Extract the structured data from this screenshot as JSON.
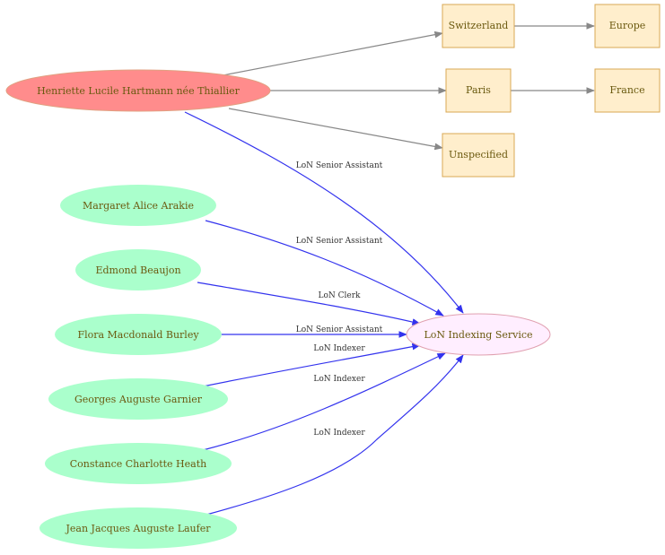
{
  "colors": {
    "focus_fill": "#ff8c8c",
    "focus_stroke": "#e0a080",
    "person_fill": "#aaffcc",
    "org_fill": "#ffeeff",
    "org_stroke": "#e0a0b0",
    "place_fill": "#ffeecc",
    "place_stroke": "#d9a855",
    "edge_blue": "#3333ee",
    "edge_gray": "#888888"
  },
  "nodes": {
    "henriette": "Henriette Lucile Hartmann née Thiallier",
    "switzerland": "Switzerland",
    "paris": "Paris",
    "unspecified": "Unspecified",
    "europe": "Europe",
    "france": "France",
    "margaret": "Margaret Alice Arakie",
    "edmond": "Edmond Beaujon",
    "flora": "Flora Macdonald Burley",
    "georges": "Georges Auguste Garnier",
    "constance": "Constance Charlotte Heath",
    "jean": "Jean Jacques Auguste Laufer",
    "indexing": "LoN Indexing Service"
  },
  "edge_labels": {
    "henriette_indexing": "LoN Senior Assistant",
    "margaret_indexing": "LoN Senior Assistant",
    "edmond_indexing": "LoN Clerk",
    "flora_indexing": "LoN Senior Assistant",
    "georges_indexing": "LoN Indexer",
    "constance_indexing": "LoN Indexer",
    "jean_indexing": "LoN Indexer"
  }
}
